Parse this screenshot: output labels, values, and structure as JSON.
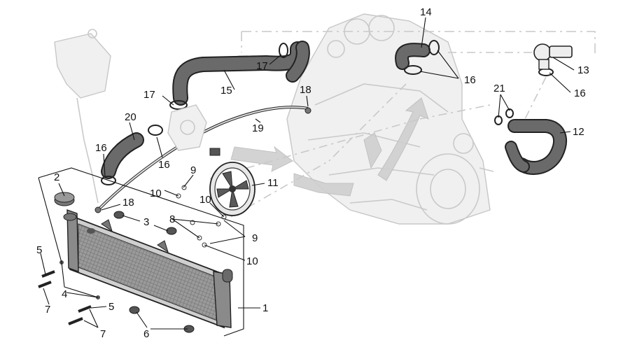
{
  "diagram": {
    "callouts": [
      "1",
      "2",
      "3",
      "4",
      "5",
      "6",
      "7",
      "8",
      "9",
      "10",
      "11",
      "12",
      "13",
      "14",
      "15",
      "16",
      "17",
      "18",
      "19",
      "20",
      "21"
    ],
    "colors": {
      "part_dark": "#4a4a4a",
      "part_mid": "#8a8a8a",
      "ghost": "#c9c9c9",
      "line": "#111111"
    }
  }
}
